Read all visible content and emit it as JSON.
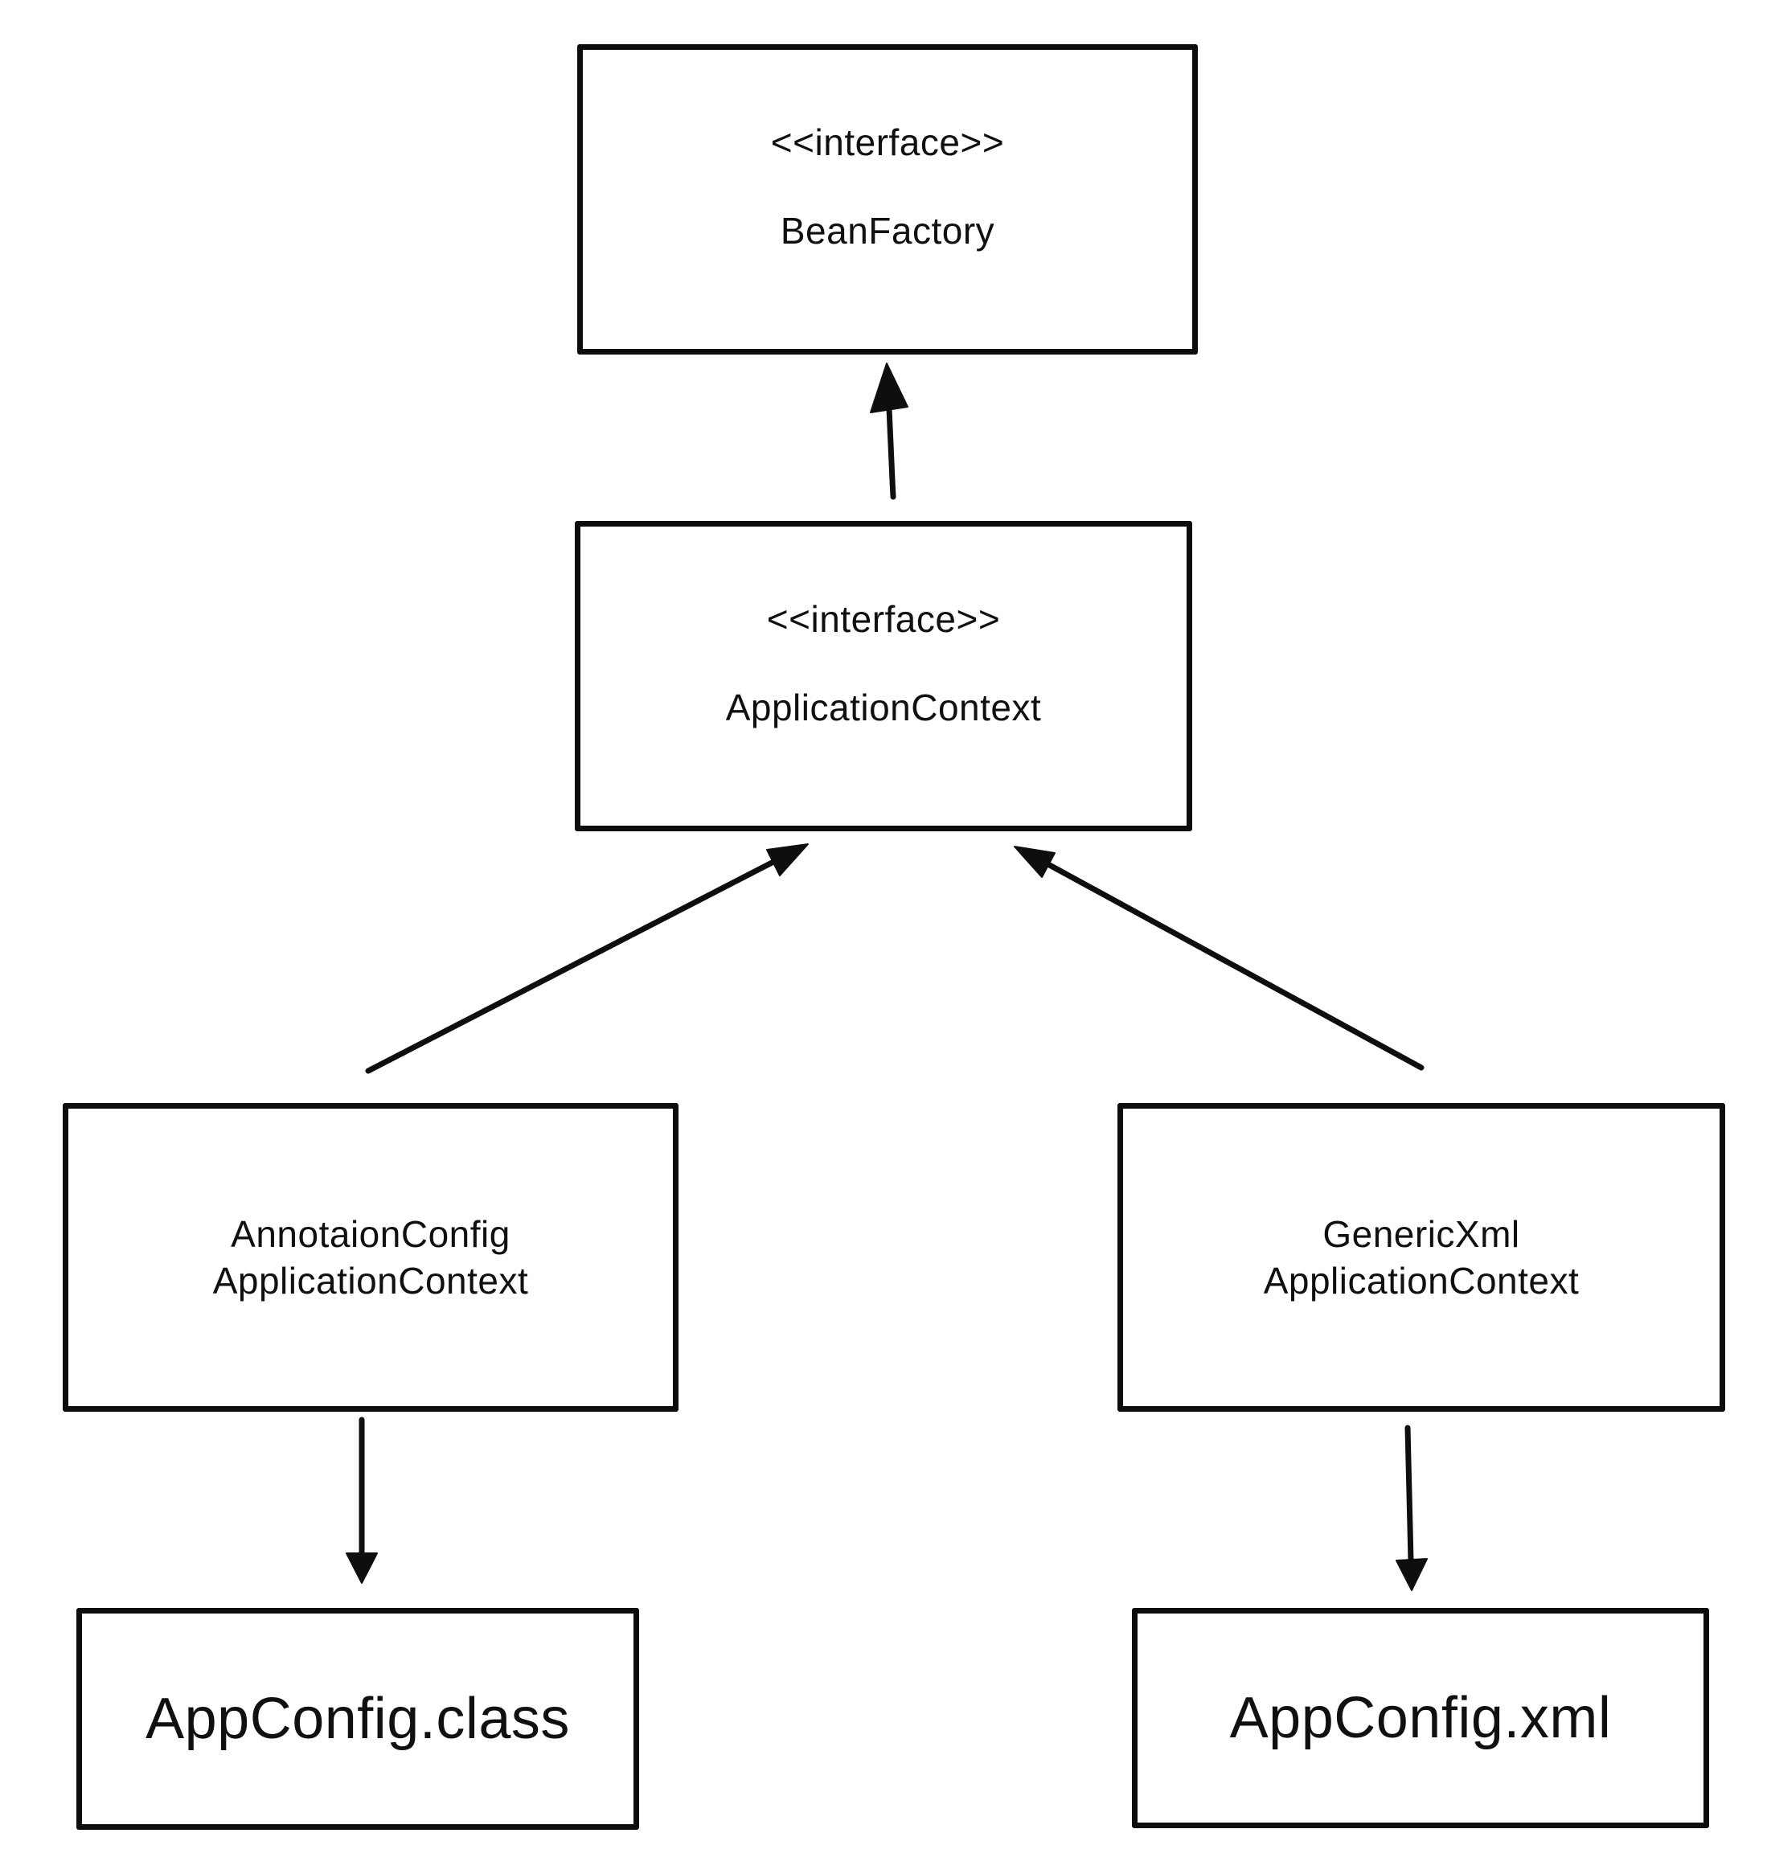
{
  "colors": {
    "background": "#ffffff",
    "stroke": "#0e0e0e",
    "text": "#101010"
  },
  "nodes": {
    "beanFactory": {
      "stereotype": "<<interface>>",
      "name": "BeanFactory"
    },
    "applicationContext": {
      "stereotype": "<<interface>>",
      "name": "ApplicationContext"
    },
    "annotationConfigApplicationContext": {
      "line1": "AnnotaionConfig",
      "line2": "ApplicationContext"
    },
    "genericXmlApplicationContext": {
      "line1": "GenericXml",
      "line2": "ApplicationContext"
    },
    "appConfigClass": {
      "name": "AppConfig.class"
    },
    "appConfigXml": {
      "name": "AppConfig.xml"
    }
  },
  "edges": [
    {
      "from": "ApplicationContext",
      "to": "BeanFactory",
      "direction": "up",
      "style": "solid-arrow"
    },
    {
      "from": "AnnotaionConfigApplicationContext",
      "to": "ApplicationContext",
      "direction": "up-right",
      "style": "solid-arrow"
    },
    {
      "from": "GenericXmlApplicationContext",
      "to": "ApplicationContext",
      "direction": "up-left",
      "style": "solid-arrow"
    },
    {
      "from": "AnnotaionConfigApplicationContext",
      "to": "AppConfig.class",
      "direction": "down",
      "style": "solid-arrow"
    },
    {
      "from": "GenericXmlApplicationContext",
      "to": "AppConfig.xml",
      "direction": "down",
      "style": "solid-arrow"
    }
  ]
}
